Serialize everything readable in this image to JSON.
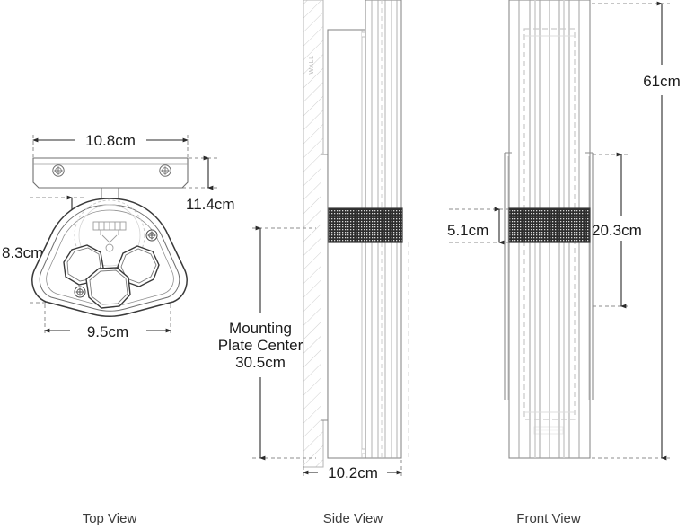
{
  "drawing": {
    "title": "Wall Sconce Dimensional Drawing",
    "units": "cm",
    "views": [
      {
        "id": "top",
        "label": "Top View"
      },
      {
        "id": "side",
        "label": "Side View"
      },
      {
        "id": "front",
        "label": "Front View"
      }
    ],
    "wall_label": "WALL",
    "colors": {
      "line": "#6f6f6f",
      "line_dark": "#3a3a3a",
      "dim_line": "#2b2b2b",
      "dashed": "#8c8c8c",
      "faint": "#c9c9c9",
      "mesh_dark": "#2a2a2a",
      "text": "#1a1a1a",
      "label_text": "#3c3c3c",
      "wall_text": "#b9b9b9",
      "background": "#ffffff"
    }
  },
  "dimensions": {
    "top_width": "10.8cm",
    "top_depth": "11.4cm",
    "shade_depth": "8.3cm",
    "shade_width": "9.5cm",
    "mounting_plate_center_line1": "Mounting",
    "mounting_plate_center_line2": "Plate Center",
    "mounting_plate_center_line3": "30.5cm",
    "projection": "10.2cm",
    "overall_height": "61cm",
    "body_height": "20.3cm",
    "band_height": "5.1cm"
  },
  "labels": {
    "top_view": "Top View",
    "side_view": "Side View",
    "front_view": "Front View"
  }
}
